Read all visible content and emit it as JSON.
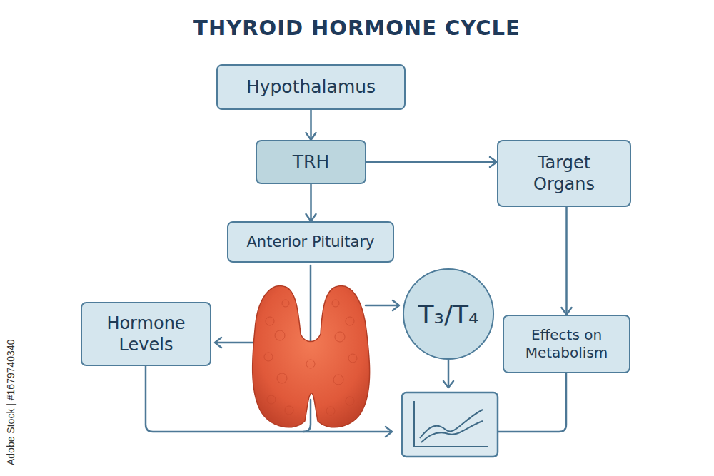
{
  "diagram": {
    "title": "THYROID HORMONE CYCLE",
    "nodes": [
      {
        "text": [
          "Hypothalamus"
        ]
      },
      {
        "text": [
          "TRH"
        ]
      },
      {
        "text": [
          "Target Organs"
        ]
      },
      {
        "text": [
          "Anterior Pituitary"
        ]
      },
      {
        "text": [
          "T₃/T₄"
        ]
      },
      {
        "text": [
          "Hormone Levels"
        ]
      },
      {
        "text": [
          "Effects on Metabolism"
        ]
      }
    ],
    "edges": [
      {
        "from": 0,
        "to": 1,
        "arrow": "to"
      },
      {
        "from": 1,
        "to": 2,
        "arrow": "to"
      },
      {
        "from": 1,
        "to": 3,
        "arrow": "to"
      },
      {
        "from": 2,
        "to": 6,
        "arrow": "to"
      }
    ],
    "labels": [
      "Adobe Stock | #1679740340"
    ]
  }
}
